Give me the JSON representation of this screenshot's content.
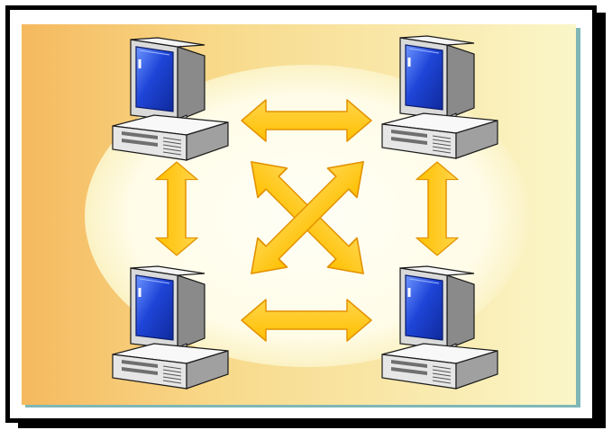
{
  "diagram": {
    "topology": "full-mesh",
    "nodes": [
      {
        "id": "computer-top-left",
        "kind": "computer"
      },
      {
        "id": "computer-top-right",
        "kind": "computer"
      },
      {
        "id": "computer-bottom-left",
        "kind": "computer"
      },
      {
        "id": "computer-bottom-right",
        "kind": "computer"
      }
    ],
    "links": [
      {
        "from": "computer-top-left",
        "to": "computer-top-right",
        "direction": "bidirectional"
      },
      {
        "from": "computer-bottom-left",
        "to": "computer-bottom-right",
        "direction": "bidirectional"
      },
      {
        "from": "computer-top-left",
        "to": "computer-bottom-left",
        "direction": "bidirectional"
      },
      {
        "from": "computer-top-right",
        "to": "computer-bottom-right",
        "direction": "bidirectional"
      },
      {
        "from": "computer-top-left",
        "to": "computer-bottom-right",
        "direction": "bidirectional"
      },
      {
        "from": "computer-top-right",
        "to": "computer-bottom-left",
        "direction": "bidirectional"
      }
    ],
    "colors": {
      "arrow_fill": "#FFC000",
      "arrow_stroke": "#F29A00",
      "background_left": "#F5B95E",
      "background_right": "#FAF6C8",
      "ellipse": "#FFFCE8",
      "screen": "#1F45D8",
      "case": "#F2F2F2",
      "frame": "#000000"
    }
  }
}
